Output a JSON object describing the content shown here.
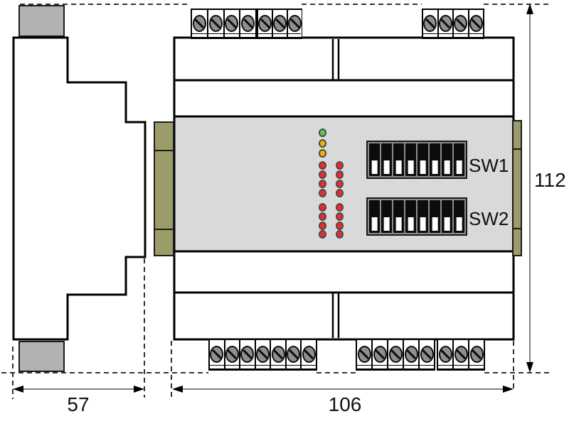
{
  "drawing": {
    "description": "Dimension drawing of a DIN-rail electronic module, side view and front view",
    "dimensions": {
      "depth": "57",
      "width": "106",
      "height": "112"
    }
  },
  "front_view": {
    "dip_switches": [
      {
        "label": "SW1",
        "positions": 8,
        "setting": "all levers down"
      },
      {
        "label": "SW2",
        "positions": 8,
        "setting": "all levers down"
      }
    ],
    "terminal_blocks": [
      {
        "id": "top-left-outer",
        "screws": 4
      },
      {
        "id": "top-left-inner",
        "screws": 3
      },
      {
        "id": "top-right",
        "screws": 4
      },
      {
        "id": "bottom-left",
        "screws": 7
      },
      {
        "id": "bottom-middle",
        "screws": 5
      },
      {
        "id": "bottom-right",
        "screws": 3
      }
    ],
    "leds": {
      "palette": {
        "green": "#4fce4f",
        "amber": "#f0b400",
        "red": "#ea2c2c"
      },
      "columns": [
        {
          "id": "status-column",
          "groups": [
            [
              "green",
              "amber",
              "amber"
            ],
            [
              "red",
              "red",
              "red",
              "red"
            ],
            [
              "red",
              "red",
              "red",
              "red"
            ]
          ]
        },
        {
          "id": "io-column",
          "groups": [
            [],
            [
              "red",
              "red",
              "red",
              "red"
            ],
            [
              "red",
              "red",
              "red",
              "red"
            ]
          ]
        }
      ]
    }
  },
  "colors": {
    "line": "#000000",
    "panel_gray": "#d9d9d9",
    "mount_gray": "#b2b2b2",
    "connector_olive": "#9c9c6a",
    "dimension_line": "#808080",
    "label_text": "#111111"
  }
}
